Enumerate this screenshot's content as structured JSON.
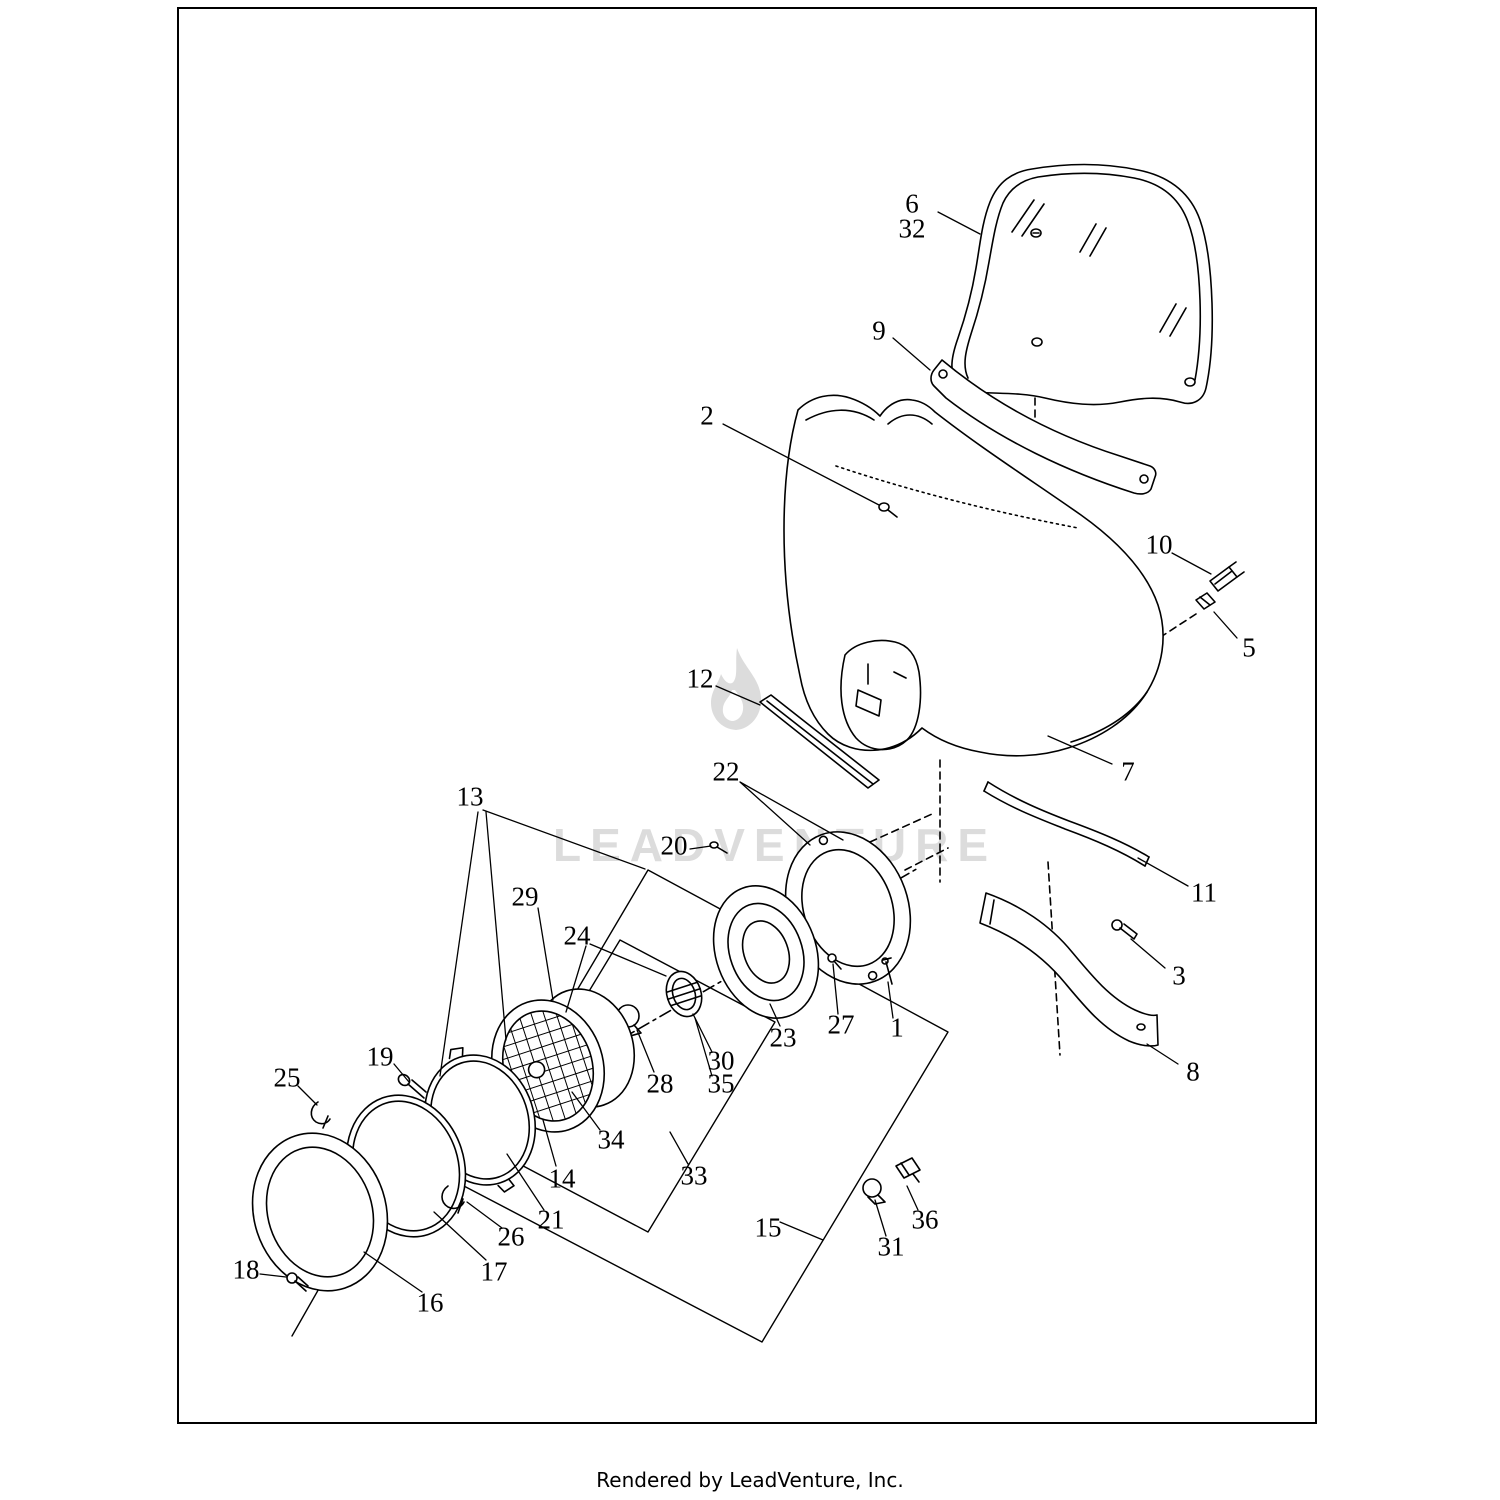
{
  "page": {
    "footer": "Rendered by LeadVenture, Inc.",
    "watermark": "LEADVENTURE"
  },
  "colors": {
    "line": "#000000",
    "watermark": "#dcdcdc",
    "background": "#ffffff"
  },
  "diagram": {
    "callouts": [
      {
        "text": "6"
      },
      {
        "text": "32"
      },
      {
        "text": "9"
      },
      {
        "text": "2"
      },
      {
        "text": "10"
      },
      {
        "text": "5"
      },
      {
        "text": "12"
      },
      {
        "text": "22"
      },
      {
        "text": "7"
      },
      {
        "text": "20"
      },
      {
        "text": "13"
      },
      {
        "text": "11"
      },
      {
        "text": "29"
      },
      {
        "text": "24"
      },
      {
        "text": "3"
      },
      {
        "text": "27"
      },
      {
        "text": "1"
      },
      {
        "text": "23"
      },
      {
        "text": "30"
      },
      {
        "text": "35"
      },
      {
        "text": "28"
      },
      {
        "text": "19"
      },
      {
        "text": "8"
      },
      {
        "text": "25"
      },
      {
        "text": "34"
      },
      {
        "text": "14"
      },
      {
        "text": "33"
      },
      {
        "text": "21"
      },
      {
        "text": "26"
      },
      {
        "text": "17"
      },
      {
        "text": "16"
      },
      {
        "text": "18"
      },
      {
        "text": "15"
      },
      {
        "text": "31"
      },
      {
        "text": "36"
      }
    ]
  }
}
